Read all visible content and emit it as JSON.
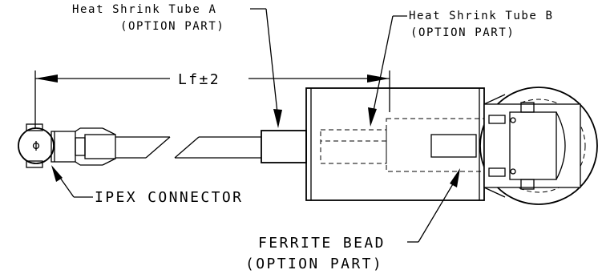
{
  "labels": {
    "heat_shrink_a": "Heat Shrink Tube A",
    "heat_shrink_a_note": "(OPTION PART)",
    "heat_shrink_b": "Heat Shrink Tube B",
    "heat_shrink_b_note": "(OPTION PART)",
    "dimension": "Lf±2",
    "ipex_connector": "IPEX CONNECTOR",
    "ferrite_bead": "FERRITE BEAD",
    "ferrite_bead_note": "(OPTION PART)"
  }
}
